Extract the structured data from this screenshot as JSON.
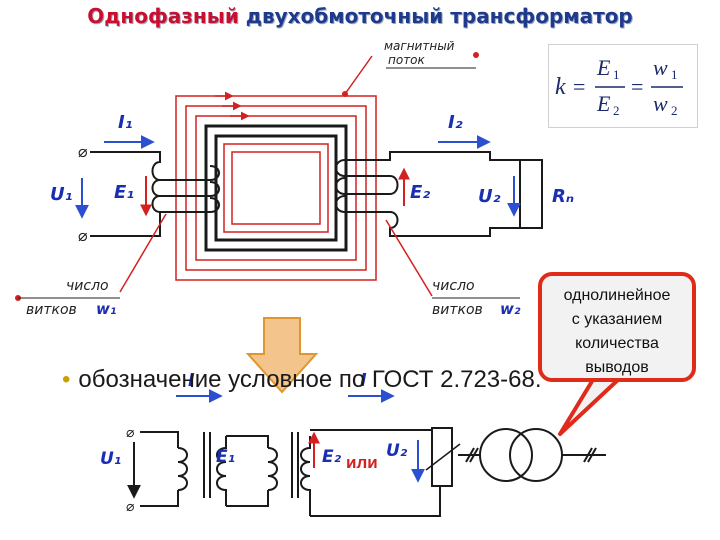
{
  "title": {
    "highlight": "Однофазный",
    "rest": "двухобмоточный трансформатор"
  },
  "labels": {
    "flux_line1": "магнитный",
    "flux_line2": "поток",
    "i1": "I₁",
    "i2": "I₂",
    "u1": "U₁",
    "e1": "E₁",
    "e2": "E₂",
    "u2": "U₂",
    "rn": "Rₙ",
    "turns1_a": "число",
    "turns1_b": "витков",
    "turns1_w": "w₁",
    "turns2_a": "число",
    "turns2_b": "витков",
    "turns2_w": "w₂",
    "ili": "или",
    "gost_i1": "I",
    "gost_i2": "I",
    "gost_u1": "U₁",
    "gost_e1": "E₁",
    "gost_e2": "E₂",
    "gost_u2": "U₂"
  },
  "formula": {
    "k": "k",
    "e1": "E",
    "e1s": "1",
    "e2": "E",
    "e2s": "2",
    "w1": "w",
    "w1s": "1",
    "w2": "w",
    "w2s": "2"
  },
  "bubble": {
    "line1": "однолинейное",
    "line2": "с указанием",
    "line3": "количества",
    "line4": "выводов"
  },
  "bullet": {
    "text": "обозначение условное по ГОСТ 2.723-68."
  },
  "colors": {
    "wire": "#1a1a1a",
    "flux": "#d42020",
    "label_blue": "#1a2fb0",
    "arrow_blue": "#2a4fd0",
    "big_arrow": "#f3c48c"
  }
}
